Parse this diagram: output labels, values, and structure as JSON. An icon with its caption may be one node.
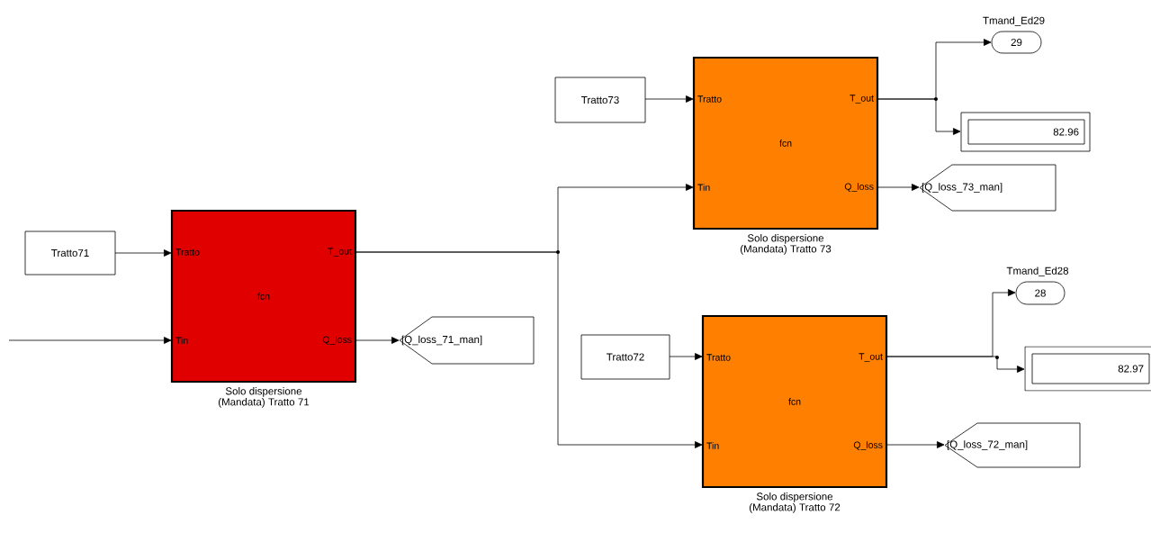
{
  "diagram": {
    "nodes": [
      {
        "text": [
          "Tratto71"
        ]
      },
      {
        "text": [
          "Tratto",
          "T_out",
          "fcn",
          "Tin",
          "Q_loss"
        ],
        "beside": [
          "Solo dispersione (Mandata) Tratto 71"
        ]
      },
      {
        "text": [
          "[Q_loss_71_man]"
        ]
      },
      {
        "text": [
          "Tratto73"
        ]
      },
      {
        "text": [
          "Tratto",
          "T_out",
          "fcn",
          "Tin",
          "Q_loss"
        ],
        "beside": [
          "Solo dispersione (Mandata) Tratto 73"
        ]
      },
      {
        "text": [
          "29"
        ],
        "beside": [
          "Tmand_Ed29"
        ]
      },
      {
        "text": [
          "82.96"
        ]
      },
      {
        "text": [
          "[Q_loss_73_man]"
        ]
      },
      {
        "text": [
          "Tratto72"
        ]
      },
      {
        "text": [
          "Tratto",
          "T_out",
          "fcn",
          "Tin",
          "Q_loss"
        ],
        "beside": [
          "Solo dispersione (Mandata) Tratto 72"
        ]
      },
      {
        "text": [
          "28"
        ],
        "beside": [
          "Tmand_Ed28"
        ]
      },
      {
        "text": [
          "82.97"
        ]
      },
      {
        "text": [
          "[Q_loss_72_man]"
        ]
      }
    ],
    "edges": [
      {
        "from": 0,
        "to": 1,
        "arrow": "to"
      },
      {
        "from": null,
        "to": 1,
        "arrow": "to"
      },
      {
        "from": 1,
        "to": 2,
        "arrow": "to"
      },
      {
        "from": 1,
        "to": 4,
        "arrow": "to"
      },
      {
        "from": 1,
        "to": 9,
        "arrow": "to"
      },
      {
        "from": 3,
        "to": 4,
        "arrow": "to"
      },
      {
        "from": 4,
        "to": 5,
        "arrow": "to"
      },
      {
        "from": 4,
        "to": 6,
        "arrow": "to"
      },
      {
        "from": 4,
        "to": 7,
        "arrow": "to"
      },
      {
        "from": 8,
        "to": 9,
        "arrow": "to"
      },
      {
        "from": 9,
        "to": 10,
        "arrow": "to"
      },
      {
        "from": 9,
        "to": 11,
        "arrow": "to"
      },
      {
        "from": 9,
        "to": 12,
        "arrow": "to"
      }
    ]
  }
}
